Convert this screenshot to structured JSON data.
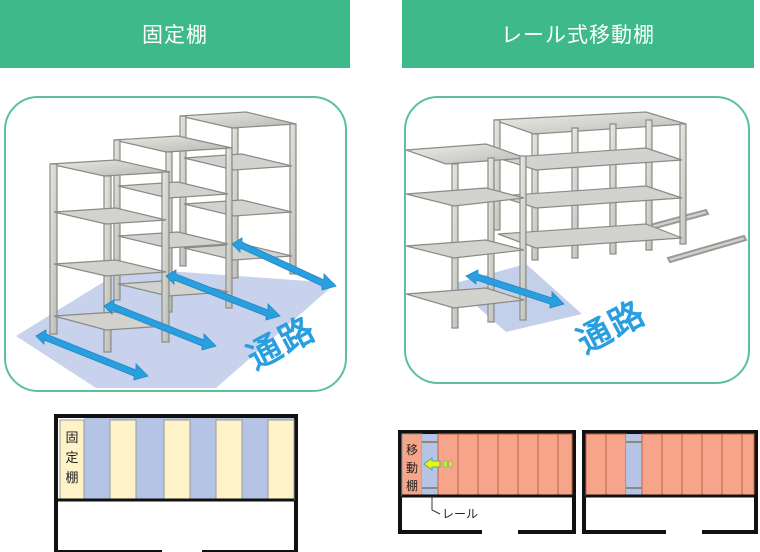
{
  "headers": {
    "fixed": "固定棚",
    "mobile": "レール式移動棚"
  },
  "illustration": {
    "aisle_left": "通路",
    "aisle_right": "通路"
  },
  "plan_fixed": {
    "label": "固定棚"
  },
  "plan_mobile": {
    "label": "移動棚",
    "rail_label": "レール"
  },
  "colors": {
    "header": "#3db98a",
    "frame_border": "#5cc09a",
    "aisle": "#b5c3e5",
    "fixed_shelf": "#fdf2c8",
    "mobile_shelf": "#f7a58a",
    "arrow": "#2a9fe0"
  }
}
